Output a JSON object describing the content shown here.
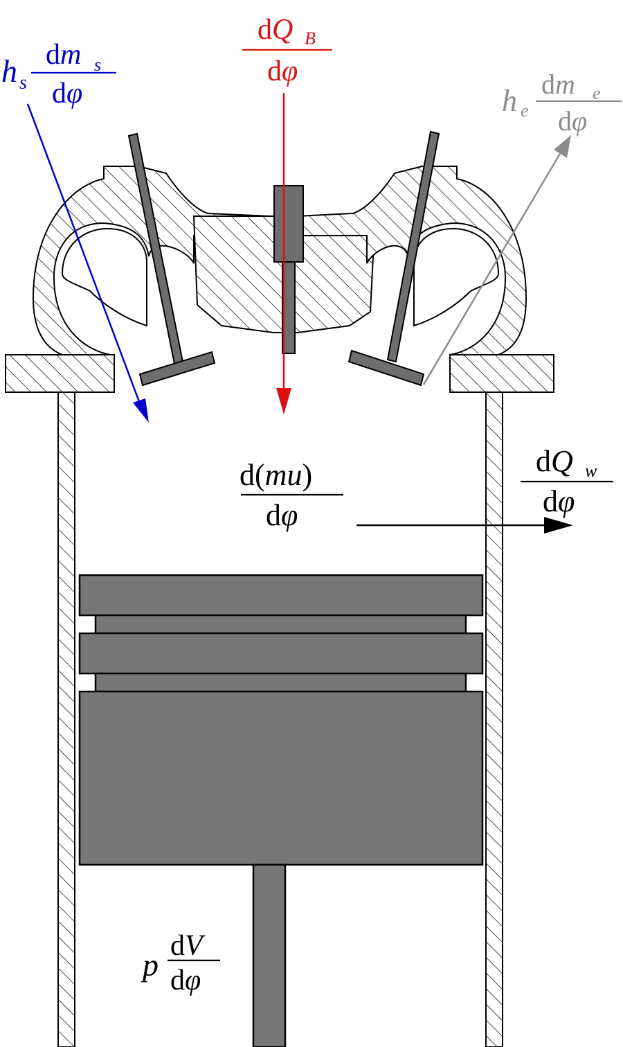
{
  "labels": {
    "intake_enthalpy": {
      "prefix": "h",
      "prefix_sub": "s",
      "num": "dm",
      "num_sub": "s",
      "den": "dφ",
      "color": "#0000cc"
    },
    "combustion_heat": {
      "num": "dQ",
      "num_sub": "B",
      "den": "dφ",
      "color": "#dd1111"
    },
    "exhaust_enthalpy": {
      "prefix": "h",
      "prefix_sub": "e",
      "num": "dm",
      "num_sub": "e",
      "den": "dφ",
      "color": "#8c8c8c"
    },
    "internal_energy": {
      "num": "d(mu)",
      "den": "dφ",
      "color": "#000000"
    },
    "wall_heat": {
      "num": "dQ",
      "num_sub": "w",
      "den": "dφ",
      "color": "#000000"
    },
    "piston_work": {
      "prefix": "p",
      "num": "dV",
      "den": "dφ",
      "color": "#000000"
    }
  },
  "colors": {
    "hatch_fill": "#ffffff",
    "outline": "#000000",
    "piston": "#777777",
    "valve": "#6e6e6e",
    "intake_arrow": "#0000cc",
    "combustion_arrow": "#dd1111",
    "exhaust_arrow": "#8c8c8c",
    "wall_arrow": "#000000"
  }
}
